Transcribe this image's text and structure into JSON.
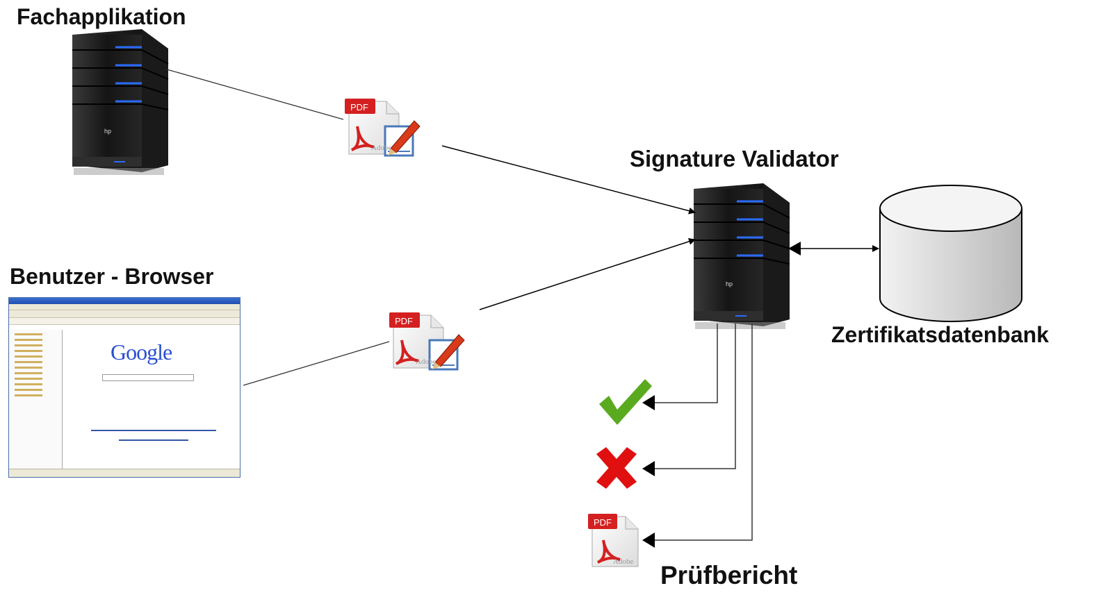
{
  "nodes": {
    "fachapplikation": "Fachapplikation",
    "benutzer_browser": "Benutzer - Browser",
    "signature_validator": "Signature Validator",
    "zertifikatsdatenbank": "Zertifikatsdatenbank",
    "pruefbericht": "Prüfbericht"
  },
  "icons": {
    "pdf_label": "PDF",
    "adobe_label": "Adobe",
    "browser_logo": "Google",
    "server_logo": "hp"
  },
  "colors": {
    "server_body": "#1c1c1c",
    "server_led": "#2a6bff",
    "pdf_red": "#d42020",
    "check_green": "#5aaa20",
    "cross_red": "#e01010",
    "line": "#333333"
  }
}
